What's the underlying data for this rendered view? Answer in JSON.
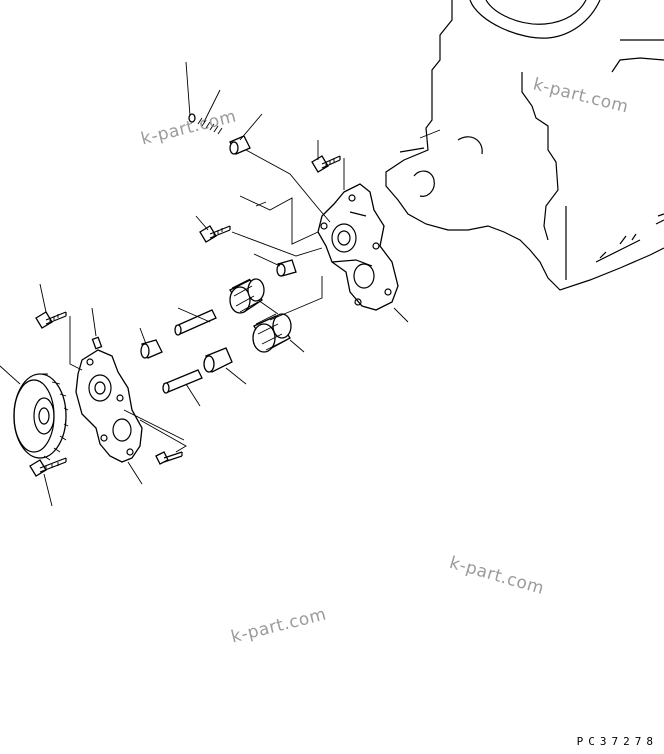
{
  "diagram": {
    "drawing_code": "PC37278",
    "watermarks": [
      "k-part.com",
      "k-part.com",
      "k-part.com",
      "k-part.com"
    ]
  }
}
